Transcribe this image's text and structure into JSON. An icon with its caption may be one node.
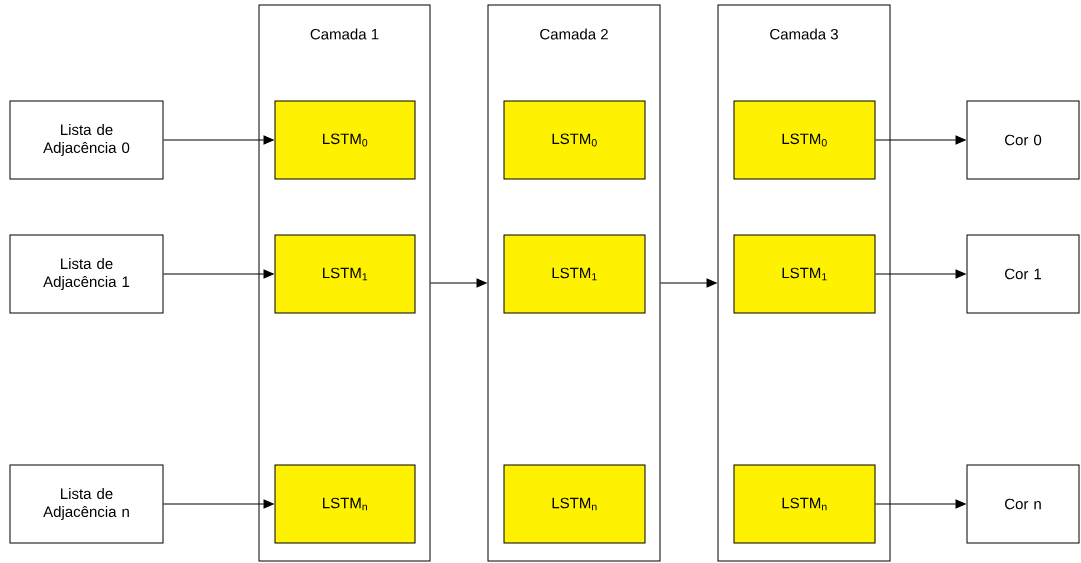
{
  "diagram": {
    "nodes": [
      {
        "text": [
          "Lista de Adjacência 0"
        ]
      },
      {
        "text": [
          "Lista de Adjacência 1"
        ]
      },
      {
        "text": [
          "Lista de Adjacência n"
        ]
      },
      {
        "text": [
          "Camada 1"
        ]
      },
      {
        "text": [
          "LSTM$_{0}$"
        ],
        "in": 3
      },
      {
        "text": [
          "LSTM$_{1}$"
        ],
        "in": 3
      },
      {
        "text": [
          "LSTM$_{n}$"
        ],
        "in": 3
      },
      {
        "text": [
          "Camada 2"
        ]
      },
      {
        "text": [
          "LSTM$_{0}$"
        ],
        "in": 7
      },
      {
        "text": [
          "LSTM$_{1}$"
        ],
        "in": 7
      },
      {
        "text": [
          "LSTM$_{n}$"
        ],
        "in": 7
      },
      {
        "text": [
          "Camada 3"
        ]
      },
      {
        "text": [
          "LSTM$_{0}$"
        ],
        "in": 11
      },
      {
        "text": [
          "LSTM$_{1}$"
        ],
        "in": 11
      },
      {
        "text": [
          "LSTM$_{n}$"
        ],
        "in": 11
      },
      {
        "text": [
          "Cor 0"
        ]
      },
      {
        "text": [
          "Cor 1"
        ]
      },
      {
        "text": [
          "Cor n"
        ]
      }
    ],
    "edges": [
      {
        "from": 0,
        "to": 4,
        "arrow": "to"
      },
      {
        "from": 1,
        "to": 5,
        "arrow": "to"
      },
      {
        "from": 2,
        "to": 6,
        "arrow": "to"
      },
      {
        "from": 3,
        "to": 7,
        "arrow": "to"
      },
      {
        "from": 7,
        "to": 11,
        "arrow": "to"
      },
      {
        "from": 12,
        "to": 15,
        "arrow": "to"
      },
      {
        "from": 13,
        "to": 16,
        "arrow": "to"
      },
      {
        "from": 14,
        "to": 17,
        "arrow": "to"
      }
    ]
  }
}
